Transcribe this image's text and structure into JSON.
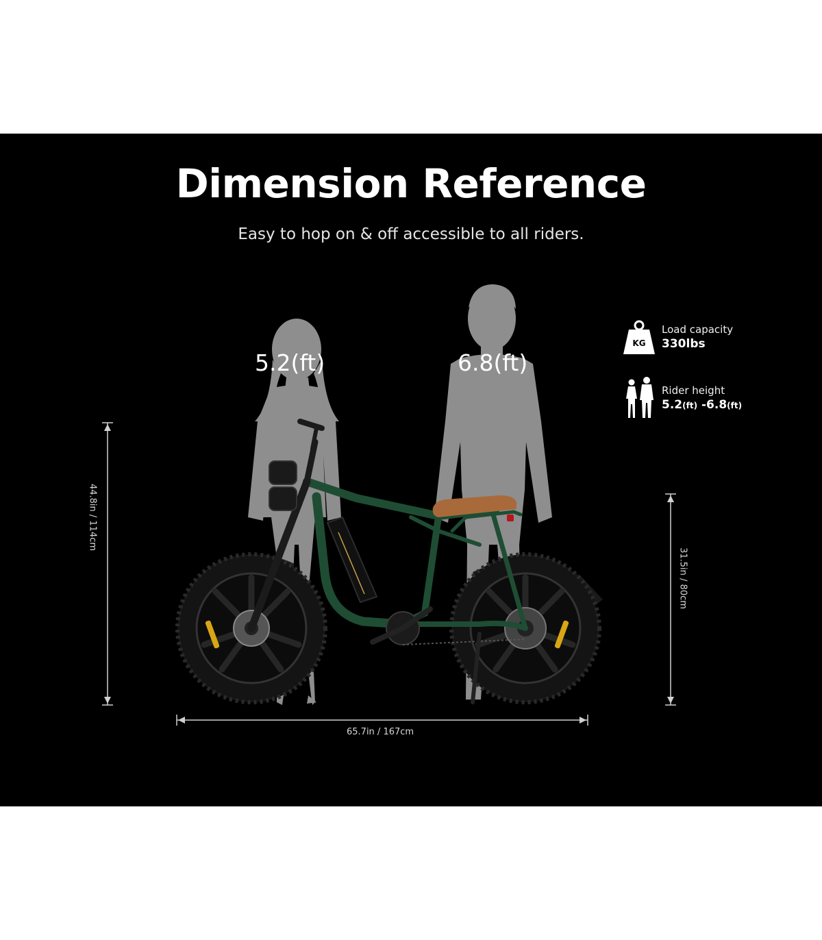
{
  "header": {
    "title": "Dimension Reference",
    "subtitle": "Easy to hop on & off accessible to all riders."
  },
  "silhouettes": {
    "woman_height": "5.2(ft)",
    "man_height": "6.8(ft)"
  },
  "dimensions": {
    "overall_height": "44.8in / 114cm",
    "seat_height": "31.5in / 80cm",
    "length": "65.7in / 167cm"
  },
  "specs": {
    "load": {
      "icon": "weight-kg-icon",
      "icon_text": "KG",
      "label": "Load capacity",
      "value": "330lbs"
    },
    "rider": {
      "icon": "riders-icon",
      "label": "Rider height",
      "min": "5.2",
      "max": "6.8",
      "unit": "(ft)",
      "separator": "-"
    }
  },
  "colors": {
    "background": "#000000",
    "silhouette": "#8e8e8e",
    "frame": "#1e4d34",
    "seat": "#a86a3a",
    "tire": "#141414"
  }
}
